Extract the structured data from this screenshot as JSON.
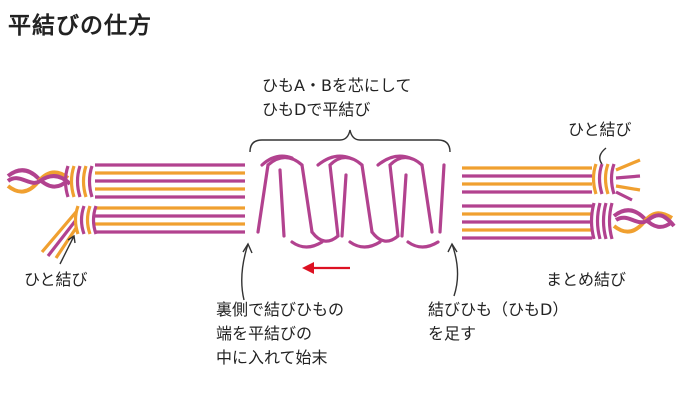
{
  "title": "平結びの仕方",
  "colors": {
    "purple": "#b2428f",
    "orange": "#f0a030",
    "arrow_red": "#dd1122",
    "line": "#333333"
  },
  "labels": {
    "core_note": [
      "ひもA・Bを芯にして",
      "ひもDで平結び"
    ],
    "half_hitch_top": "ひと結び",
    "half_hitch_left": "ひと結び",
    "gather_knot": "まとめ結び",
    "finish_note": [
      "裏側で結びひもの",
      "端を平結びの",
      "中に入れて始末"
    ],
    "tying_cord_note": [
      "結びひも（ひもD）",
      "を足す"
    ]
  }
}
